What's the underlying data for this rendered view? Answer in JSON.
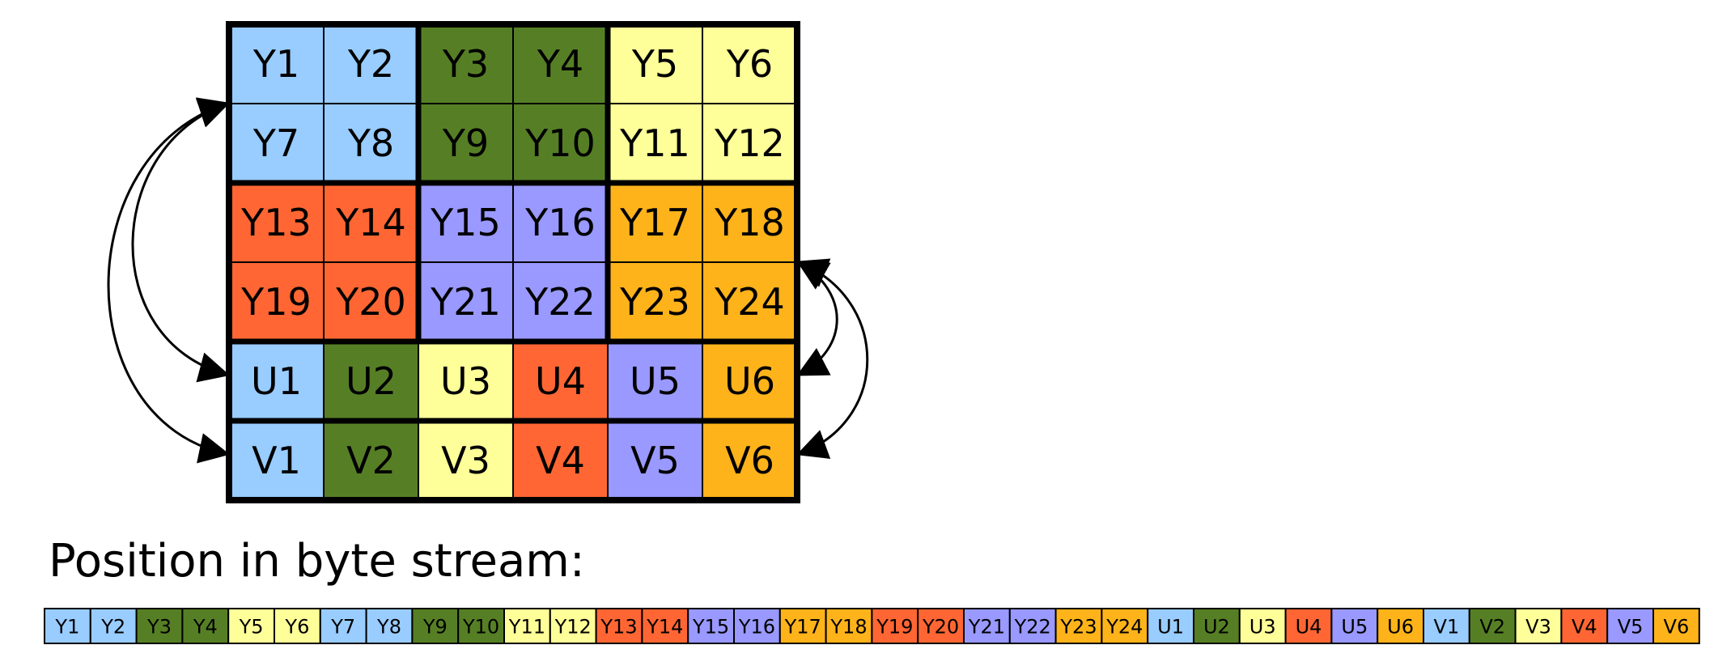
{
  "colors": {
    "blue": "#99ccff",
    "green": "#567f25",
    "yellow": "#ffff99",
    "red": "#ff6633",
    "purple": "#9999ff",
    "orange": "#ffb31a",
    "border": "#000000"
  },
  "grid": {
    "rows": [
      [
        "Y1",
        "Y2",
        "Y3",
        "Y4",
        "Y5",
        "Y6"
      ],
      [
        "Y7",
        "Y8",
        "Y9",
        "Y10",
        "Y11",
        "Y12"
      ],
      [
        "Y13",
        "Y14",
        "Y15",
        "Y16",
        "Y17",
        "Y18"
      ],
      [
        "Y19",
        "Y20",
        "Y21",
        "Y22",
        "Y23",
        "Y24"
      ],
      [
        "U1",
        "U2",
        "U3",
        "U4",
        "U5",
        "U6"
      ],
      [
        "V1",
        "V2",
        "V3",
        "V4",
        "V5",
        "V6"
      ]
    ],
    "row_colors": [
      [
        "blue",
        "blue",
        "green",
        "green",
        "yellow",
        "yellow"
      ],
      [
        "blue",
        "blue",
        "green",
        "green",
        "yellow",
        "yellow"
      ],
      [
        "red",
        "red",
        "purple",
        "purple",
        "orange",
        "orange"
      ],
      [
        "red",
        "red",
        "purple",
        "purple",
        "orange",
        "orange"
      ],
      [
        "blue",
        "green",
        "yellow",
        "red",
        "purple",
        "orange"
      ],
      [
        "blue",
        "green",
        "yellow",
        "red",
        "purple",
        "orange"
      ]
    ]
  },
  "caption": "Position in byte stream:",
  "stream": [
    {
      "label": "Y1",
      "color": "blue"
    },
    {
      "label": "Y2",
      "color": "blue"
    },
    {
      "label": "Y3",
      "color": "green"
    },
    {
      "label": "Y4",
      "color": "green"
    },
    {
      "label": "Y5",
      "color": "yellow"
    },
    {
      "label": "Y6",
      "color": "yellow"
    },
    {
      "label": "Y7",
      "color": "blue"
    },
    {
      "label": "Y8",
      "color": "blue"
    },
    {
      "label": "Y9",
      "color": "green"
    },
    {
      "label": "Y10",
      "color": "green"
    },
    {
      "label": "Y11",
      "color": "yellow"
    },
    {
      "label": "Y12",
      "color": "yellow"
    },
    {
      "label": "Y13",
      "color": "red"
    },
    {
      "label": "Y14",
      "color": "red"
    },
    {
      "label": "Y15",
      "color": "purple"
    },
    {
      "label": "Y16",
      "color": "purple"
    },
    {
      "label": "Y17",
      "color": "orange"
    },
    {
      "label": "Y18",
      "color": "orange"
    },
    {
      "label": "Y19",
      "color": "red"
    },
    {
      "label": "Y20",
      "color": "red"
    },
    {
      "label": "Y21",
      "color": "purple"
    },
    {
      "label": "Y22",
      "color": "purple"
    },
    {
      "label": "Y23",
      "color": "orange"
    },
    {
      "label": "Y24",
      "color": "orange"
    },
    {
      "label": "U1",
      "color": "blue"
    },
    {
      "label": "U2",
      "color": "green"
    },
    {
      "label": "U3",
      "color": "yellow"
    },
    {
      "label": "U4",
      "color": "red"
    },
    {
      "label": "U5",
      "color": "purple"
    },
    {
      "label": "U6",
      "color": "orange"
    },
    {
      "label": "V1",
      "color": "blue"
    },
    {
      "label": "V2",
      "color": "green"
    },
    {
      "label": "V3",
      "color": "yellow"
    },
    {
      "label": "V4",
      "color": "red"
    },
    {
      "label": "V5",
      "color": "purple"
    },
    {
      "label": "V6",
      "color": "orange"
    }
  ]
}
